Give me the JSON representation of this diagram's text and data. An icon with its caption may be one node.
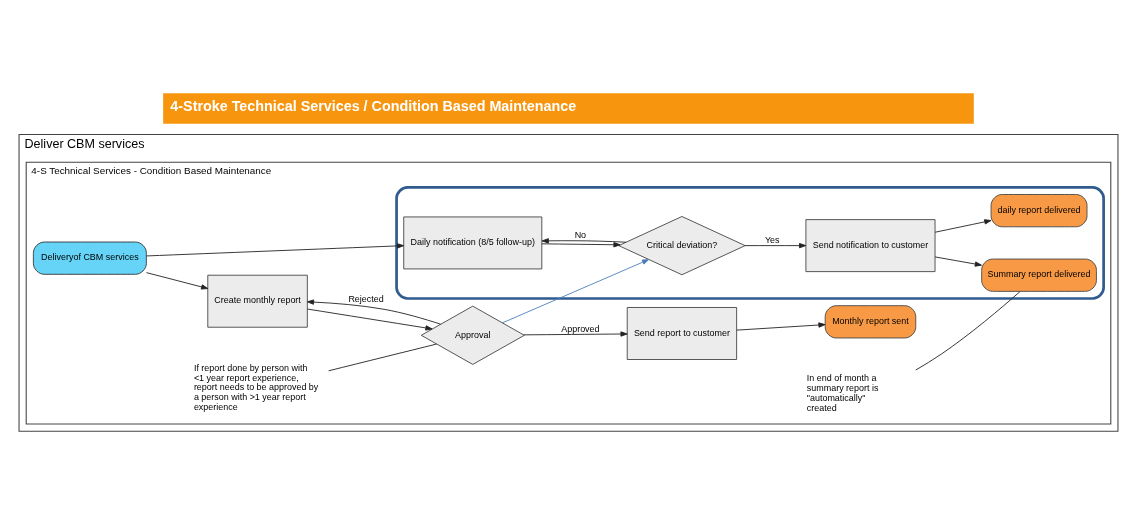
{
  "diagram": {
    "title": "4-Stroke Technical Services / Condition Based Maintenance",
    "nodes": [
      {
        "text": [
          "Deliver CBM services"
        ]
      },
      {
        "text": [
          "4-S Technical Services - Condition Based Maintenance"
        ],
        "in": 0
      },
      {
        "text": [
          "Deliveryof CBM services"
        ],
        "in": 1
      },
      {
        "text": [
          "Create monthly report"
        ],
        "in": 1
      },
      {
        "text": [
          "Approval"
        ],
        "in": 1
      },
      {
        "text": [
          "Send report to customer"
        ],
        "in": 1
      },
      {
        "text": [
          "Monthly report sent"
        ],
        "in": 1
      },
      {
        "text": [
          "If report done by person with <1 year report experience, report needs to be approved by a person with >1 year report experience"
        ],
        "in": 1
      },
      {
        "text": [],
        "shape": "box",
        "in": 1
      },
      {
        "text": [
          "Daily notification (8/5 follow-up)"
        ],
        "in": 8
      },
      {
        "text": [
          "Critical deviation?"
        ],
        "in": 8
      },
      {
        "text": [
          "Send notification to customer"
        ],
        "in": 8
      },
      {
        "text": [
          "Summary report delivered"
        ],
        "in": 8
      },
      {
        "text": [
          "daily report delivered"
        ],
        "in": 8
      },
      {
        "text": [
          "In end of month a summary report is \"automatically\" created"
        ],
        "in": 1
      }
    ],
    "edges": [
      {
        "from": 2,
        "to": 3,
        "arrow": "to"
      },
      {
        "from": 2,
        "to": 9,
        "arrow": "to"
      },
      {
        "from": 3,
        "to": 4,
        "arrow": "to"
      },
      {
        "from": 4,
        "to": 5,
        "arrow": "to",
        "label": "Approved"
      },
      {
        "from": 5,
        "to": 6,
        "arrow": "to"
      },
      {
        "from": 4,
        "to": 3,
        "arrow": "to",
        "label": "Rejected"
      },
      {
        "from": 4,
        "to": 10,
        "arrow": "to",
        "color": "#4a7ebb"
      },
      {
        "from": 9,
        "to": 10,
        "arrow": "to"
      },
      {
        "from": 10,
        "to": 11,
        "arrow": "to",
        "label": "Yes"
      },
      {
        "from": 10,
        "to": 9,
        "arrow": "to",
        "label": "No"
      },
      {
        "from": 11,
        "to": 12,
        "arrow": "to"
      },
      {
        "from": 11,
        "to": 13,
        "arrow": "to"
      },
      {
        "from": 7,
        "to": 4,
        "arrow": "none"
      },
      {
        "from": 14,
        "to": 12,
        "arrow": "none"
      }
    ]
  }
}
